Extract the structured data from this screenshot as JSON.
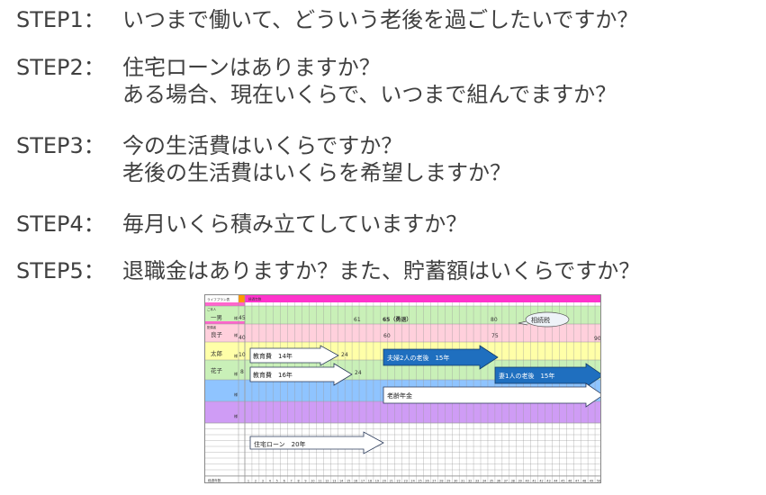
{
  "steps": [
    {
      "label": "STEP1：",
      "lines": [
        "いつまで働いて、どういう老後を過ごしたいですか？"
      ]
    },
    {
      "label": "STEP2：",
      "lines": [
        "住宅ローンはありますか？",
        "ある場合、現在いくらで、いつまで組んでますか？"
      ]
    },
    {
      "label": "STEP3：",
      "lines": [
        "今の生活費はいくらですか？",
        "老後の生活費はいくらを希望しますか？"
      ]
    },
    {
      "label": "STEP4：",
      "lines": [
        "毎月いくら積み立てしていますか？"
      ]
    },
    {
      "label": "STEP5：",
      "lines": [
        "退職金はありますか？また、貯蓄額はいくらですか？"
      ]
    }
  ],
  "plan": {
    "header_left": "ライフプラン表",
    "header_elapsed": "経過年数",
    "footer_left": "経過年数",
    "column_count": 50,
    "members": [
      {
        "group": "ご本人",
        "name": "一男",
        "suffix": "様",
        "start_age": "45",
        "marks": [
          "61",
          "65（勇退）",
          "80"
        ],
        "color": "#c9f0b8"
      },
      {
        "group": "配偶者",
        "name": "良子",
        "suffix": "様",
        "start_age": "40",
        "marks": [
          "60",
          "75",
          "90"
        ],
        "color": "#ffd0dc"
      },
      {
        "group": "",
        "name": "太郎",
        "suffix": "様",
        "start_age": "10",
        "marks": [
          "24"
        ],
        "color": "#ffffa8"
      },
      {
        "group": "",
        "name": "花子",
        "suffix": "様",
        "start_age": "8",
        "marks": [
          "24"
        ],
        "color": "#c9f0b8"
      }
    ],
    "extra_rows": [
      {
        "suffix": "様",
        "color": "#8fc4ff"
      },
      {
        "suffix": "様",
        "color": "#cf9cf5"
      }
    ],
    "callout": "相続税",
    "arrows": [
      {
        "label": "教育費　14年",
        "style": "white"
      },
      {
        "label": "教育費　16年",
        "style": "white"
      },
      {
        "label": "夫婦2人の老後　15年",
        "style": "blue"
      },
      {
        "label": "妻1人の老後　15年",
        "style": "blue"
      },
      {
        "label": "老齢年金",
        "style": "white"
      },
      {
        "label": "住宅ローン　20年",
        "style": "white"
      }
    ],
    "colors": {
      "header_pink": "#ff33cc",
      "blue_arrow": "#1f6fbf",
      "grid": "#9a9a9a"
    }
  }
}
